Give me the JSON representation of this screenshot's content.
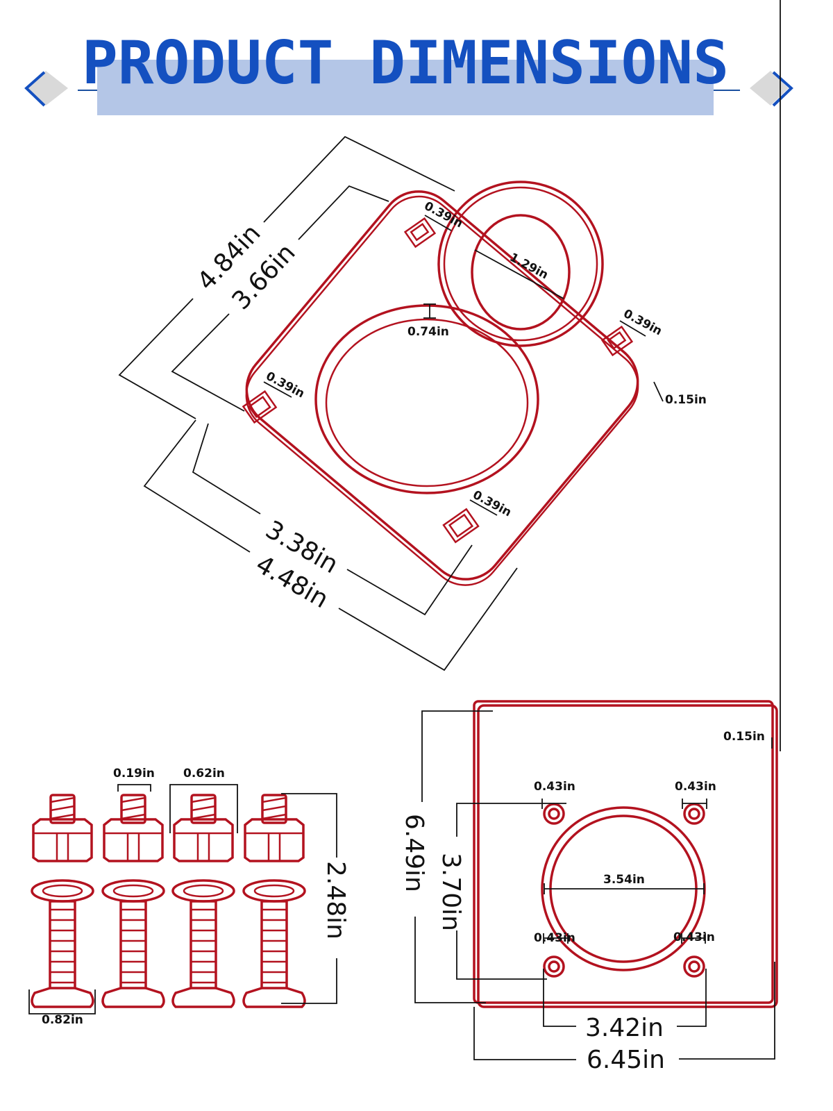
{
  "header": {
    "title": "PRODUCT DIMENSIONS",
    "band_color": "#b4c6e7",
    "title_color": "#1450c0"
  },
  "top_view": {
    "overall_length": "4.84in",
    "hole_spacing_length": "3.66in",
    "hole_spacing_width": "3.38in",
    "overall_width": "4.48in",
    "ring_hole_diameter": "1.29in",
    "ring_neck": "0.74in",
    "thickness": "0.15in",
    "square_holes": [
      "0.39in",
      "0.39in",
      "0.39in",
      "0.39in"
    ]
  },
  "bolts": {
    "shaft_diameter": "0.19in",
    "nut_width": "0.62in",
    "length": "2.48in",
    "head_diameter": "0.82in"
  },
  "backing_plate": {
    "thickness": "0.15in",
    "hole_labels": [
      "0.43in",
      "0.43in",
      "0.43in",
      "0.43in"
    ],
    "center_hole_diameter": "3.54in",
    "height": "6.49in",
    "hole_spacing_vertical": "3.70in",
    "hole_spacing_horizontal": "3.42in",
    "width": "6.45in"
  },
  "colors": {
    "outline": "#b3121f",
    "dimension": "#111111"
  }
}
